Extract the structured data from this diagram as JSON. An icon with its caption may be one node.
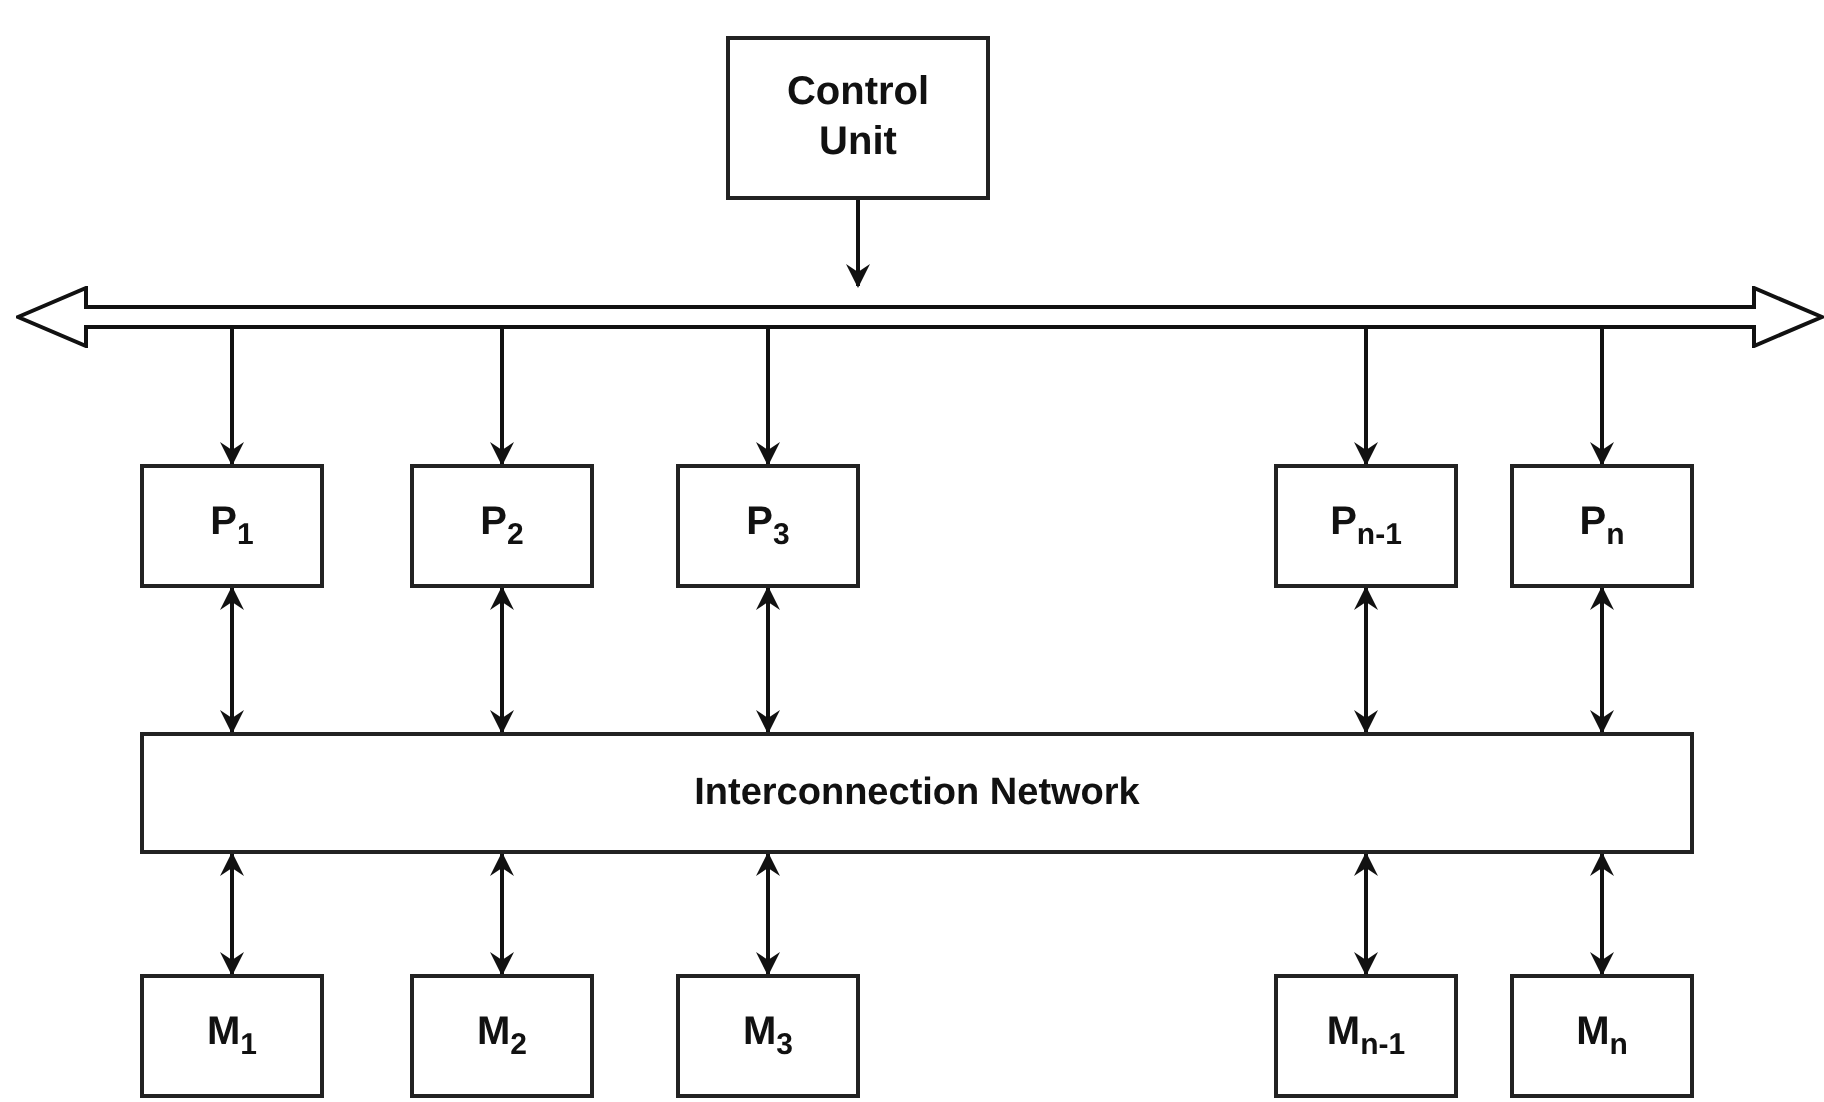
{
  "diagram": {
    "nodes": [
      {
        "text": [
          "Control Unit"
        ]
      },
      {
        "text": [],
        "shape": "bar"
      },
      {
        "text": [
          "P$_{1}$"
        ]
      },
      {
        "text": [
          "P$_{2}$"
        ]
      },
      {
        "text": [
          "P$_{3}$"
        ]
      },
      {
        "text": [
          "P$_{n-1}$"
        ]
      },
      {
        "text": [
          "P$_{n}$"
        ]
      },
      {
        "text": [
          "Interconnection Network"
        ]
      },
      {
        "text": [
          "M$_{1}$"
        ]
      },
      {
        "text": [
          "M$_{2}$"
        ]
      },
      {
        "text": [
          "M$_{3}$"
        ]
      },
      {
        "text": [
          "M$_{n-1}$"
        ]
      },
      {
        "text": [
          "M$_{n}$"
        ]
      }
    ],
    "edges": [
      {
        "from": 0,
        "to": 1,
        "arrow": "to"
      },
      {
        "from": 1,
        "to": 2,
        "arrow": "to"
      },
      {
        "from": 1,
        "to": 3,
        "arrow": "to"
      },
      {
        "from": 1,
        "to": 4,
        "arrow": "to"
      },
      {
        "from": 1,
        "to": 5,
        "arrow": "to"
      },
      {
        "from": 1,
        "to": 6,
        "arrow": "to"
      },
      {
        "from": 2,
        "to": 7,
        "arrow": "both"
      },
      {
        "from": 3,
        "to": 7,
        "arrow": "both"
      },
      {
        "from": 4,
        "to": 7,
        "arrow": "both"
      },
      {
        "from": 5,
        "to": 7,
        "arrow": "both"
      },
      {
        "from": 6,
        "to": 7,
        "arrow": "both"
      },
      {
        "from": 7,
        "to": 8,
        "arrow": "both"
      },
      {
        "from": 7,
        "to": 9,
        "arrow": "both"
      },
      {
        "from": 7,
        "to": 10,
        "arrow": "both"
      },
      {
        "from": 7,
        "to": 11,
        "arrow": "both"
      },
      {
        "from": 7,
        "to": 12,
        "arrow": "both"
      }
    ]
  }
}
